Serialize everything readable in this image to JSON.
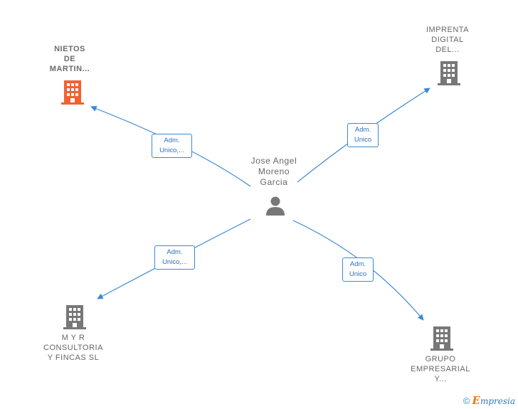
{
  "center": {
    "name": "Jose Angel\nMoreno\nGarcia",
    "icon": "person-icon"
  },
  "companies": [
    {
      "id": "nietos",
      "name": "NIETOS\nDE\nMARTIN...",
      "icon": "building-icon",
      "color": "#f06231",
      "highlight": true
    },
    {
      "id": "imprenta",
      "name": "IMPRENTA\nDIGITAL\nDEL...",
      "icon": "building-icon",
      "color": "#777777"
    },
    {
      "id": "myr",
      "name": "M Y R\nCONSULTORIA\nY FINCAS  SL",
      "icon": "building-icon",
      "color": "#777777"
    },
    {
      "id": "grupo",
      "name": "GRUPO\nEMPRESARIAL\nY...",
      "icon": "building-icon",
      "color": "#777777"
    }
  ],
  "edges": [
    {
      "to": "nietos",
      "label": "Adm.\nUnico,..."
    },
    {
      "to": "imprenta",
      "label": "Adm.\nUnico"
    },
    {
      "to": "myr",
      "label": "Adm.\nUnico,..."
    },
    {
      "to": "grupo",
      "label": "Adm.\nUnico"
    }
  ],
  "colors": {
    "edge": "#3a87d8",
    "accent": "#f06231",
    "icon_gray": "#777777"
  },
  "footer": {
    "copyright_symbol": "©",
    "brand_first": "E",
    "brand_rest": "mpresia"
  }
}
